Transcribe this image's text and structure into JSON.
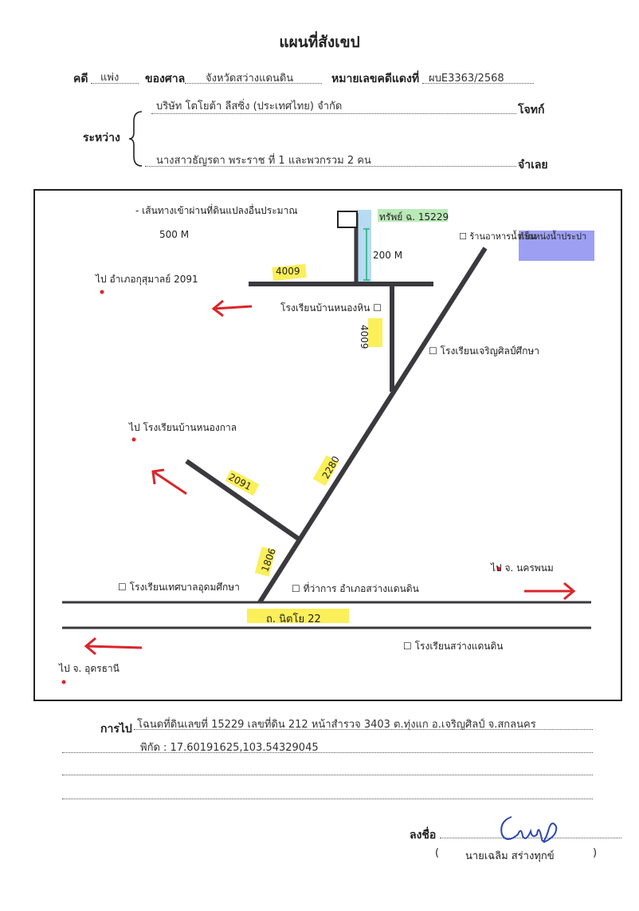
{
  "header": {
    "title": "แผนที่สังเขป",
    "case_label": "คดี",
    "case_type": "แพ่ง",
    "court_label": "ของศาล",
    "court_name": "จังหวัดสว่างแดนดิน",
    "red_no_label": "หมายเลขคดีแดงที่",
    "red_no": "ผบE3363/2568"
  },
  "parties": {
    "between_label": "ระหว่าง",
    "plaintiff": "บริษัท โตโยต้า ลีสซิ่ง (ประเทศไทย) จำกัด",
    "plaintiff_role": "โจทก์",
    "defendant": "นางสาวธัญรดา พระราช ที่ 1 และพวกรวม 2 คน",
    "defendant_role": "จำเลย"
  },
  "map": {
    "note_line1": "- เส้นทางเข้าผ่านที่ดินแปลงอื่นประมาณ",
    "note_line2": "500 M",
    "property_label": "ทรัพย์ ฉ. 15229",
    "distance_label": "200 M",
    "landmark_top_right": "☐ ร้านอาหารน้ำเย็น",
    "landmark_top_right2": "ตำแหน่งน้ำประปา",
    "road_4009_a": "4009",
    "road_4009_b": "4009",
    "road_2280": "2280",
    "road_2091": "2091",
    "road_1806": "1806",
    "road_22": "ถ. นิตโย 22",
    "dir_top_left": "ไป อำเภอกุสุมาลย์ 2091",
    "school_top": "โรงเรียนบ้านหนองหิน ☐",
    "school_right": "☐ โรงเรียนเจริญศิลป์ศึกษา",
    "dir_mid_left": "ไป โรงเรียนบ้านหนองกาล",
    "school_bottom_left": "☐ โรงเรียนเทศบาลอุดมศึกษา",
    "district_office": "☐ ที่ว่าการ อำเภอสว่างแดนดิน",
    "dir_right": "ไป จ. นครพนม",
    "dir_bottom_left": "ไป จ. อุดรธานี",
    "school_bottom_right": "☐ โรงเรียนสว่างแดนดิน",
    "colors": {
      "road": "#3a3a3e",
      "highlight": "#fbef5a",
      "arrow": "#d9262c",
      "blue_area": "#8c8ef0",
      "property": "#b7dbf2"
    }
  },
  "route": {
    "label": "การไป",
    "line1": "โฉนดที่ดินเลขที่ 15229 เลขที่ดิน 212 หน้าสำรวจ 3403 ต.ทุ่งแก อ.เจริญศิลป์ จ.สกลนคร",
    "line2": "พิกัด : 17.60191625,103.54329045"
  },
  "signature": {
    "sign_label": "ลงชื่อ",
    "open_paren": "(",
    "name": "นายเฉลิม สร่างทุกข์",
    "close_paren": ")"
  }
}
